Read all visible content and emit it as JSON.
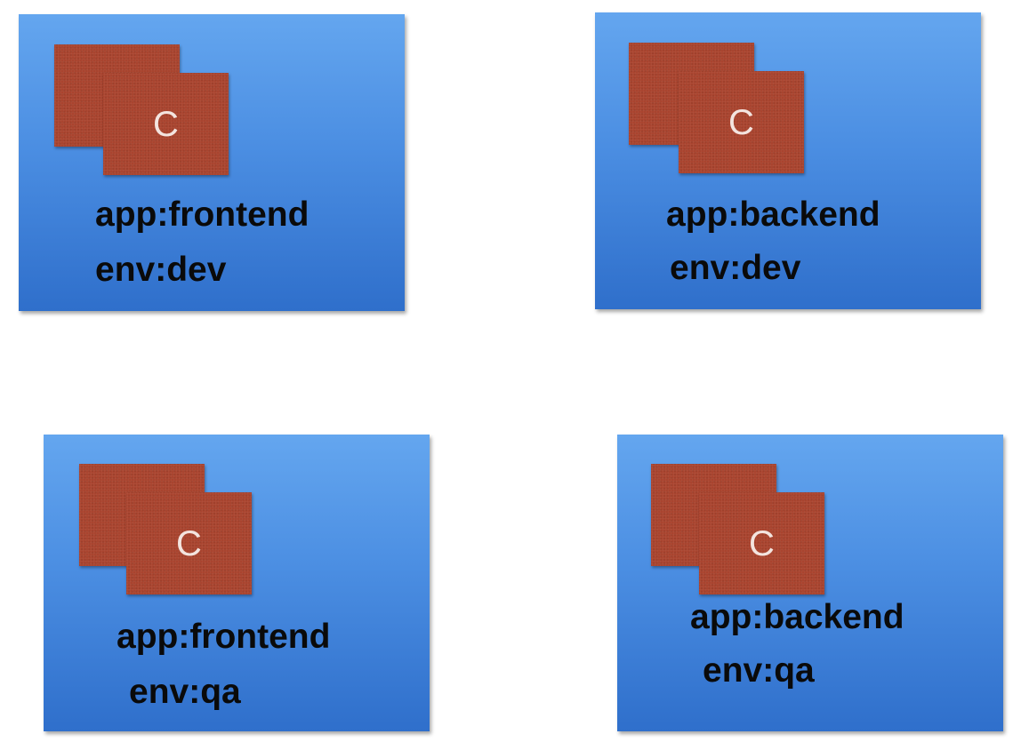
{
  "colors": {
    "pod_gradient_top": "#64a6ef",
    "pod_gradient_bottom": "#2f6fcb",
    "container_fill": "#a9442f",
    "container_letter": "#f3e4df",
    "label_text": "#0a0a0a"
  },
  "pods": [
    {
      "container_letter": "C",
      "app_label": "app:frontend",
      "env_label": "env:dev"
    },
    {
      "container_letter": "C",
      "app_label": "app:backend",
      "env_label": "env:dev"
    },
    {
      "container_letter": "C",
      "app_label": "app:frontend",
      "env_label": "env:qa"
    },
    {
      "container_letter": "C",
      "app_label": "app:backend",
      "env_label": "env:qa"
    }
  ]
}
